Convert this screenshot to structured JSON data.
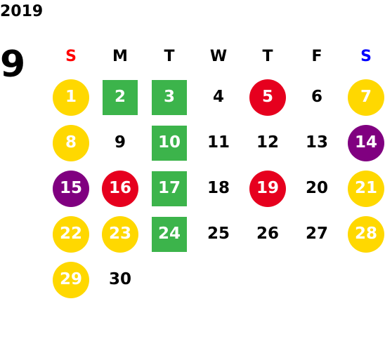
{
  "calendar": {
    "year": "2019",
    "month": "9",
    "weekdays": [
      {
        "label": "S",
        "color": "#ff0000"
      },
      {
        "label": "M",
        "color": "#000000"
      },
      {
        "label": "T",
        "color": "#000000"
      },
      {
        "label": "W",
        "color": "#000000"
      },
      {
        "label": "T",
        "color": "#000000"
      },
      {
        "label": "F",
        "color": "#000000"
      },
      {
        "label": "S",
        "color": "#0000ff"
      }
    ],
    "colors": {
      "yellow": "#ffd800",
      "green": "#3cb44b",
      "red": "#e6001e",
      "purple": "#800080"
    },
    "days": [
      {
        "d": "1",
        "style": "circle",
        "color": "yellow"
      },
      {
        "d": "2",
        "style": "square",
        "color": "green"
      },
      {
        "d": "3",
        "style": "square",
        "color": "green"
      },
      {
        "d": "4",
        "style": "plain"
      },
      {
        "d": "5",
        "style": "circle",
        "color": "red"
      },
      {
        "d": "6",
        "style": "plain"
      },
      {
        "d": "7",
        "style": "circle",
        "color": "yellow"
      },
      {
        "d": "8",
        "style": "circle",
        "color": "yellow"
      },
      {
        "d": "9",
        "style": "plain"
      },
      {
        "d": "10",
        "style": "square",
        "color": "green"
      },
      {
        "d": "11",
        "style": "plain"
      },
      {
        "d": "12",
        "style": "plain"
      },
      {
        "d": "13",
        "style": "plain"
      },
      {
        "d": "14",
        "style": "circle",
        "color": "purple"
      },
      {
        "d": "15",
        "style": "circle",
        "color": "purple"
      },
      {
        "d": "16",
        "style": "circle",
        "color": "red"
      },
      {
        "d": "17",
        "style": "square",
        "color": "green"
      },
      {
        "d": "18",
        "style": "plain"
      },
      {
        "d": "19",
        "style": "circle",
        "color": "red"
      },
      {
        "d": "20",
        "style": "plain"
      },
      {
        "d": "21",
        "style": "circle",
        "color": "yellow"
      },
      {
        "d": "22",
        "style": "circle",
        "color": "yellow"
      },
      {
        "d": "23",
        "style": "circle",
        "color": "yellow"
      },
      {
        "d": "24",
        "style": "square",
        "color": "green"
      },
      {
        "d": "25",
        "style": "plain"
      },
      {
        "d": "26",
        "style": "plain"
      },
      {
        "d": "27",
        "style": "plain"
      },
      {
        "d": "28",
        "style": "circle",
        "color": "yellow"
      },
      {
        "d": "29",
        "style": "circle",
        "color": "yellow"
      },
      {
        "d": "30",
        "style": "plain"
      }
    ]
  }
}
